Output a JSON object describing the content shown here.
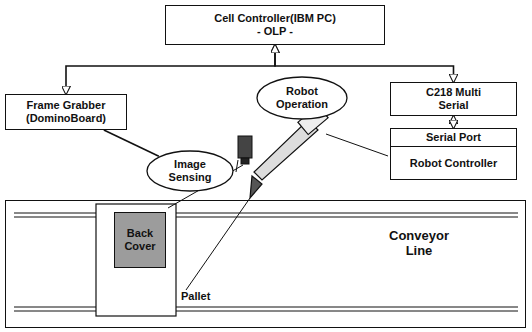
{
  "diagram": {
    "nodes": [
      {
        "text": [
          "Cell Controller(IBM PC)",
          "- OLP -"
        ]
      },
      {
        "text": [
          "Frame Grabber (DominoBoard)"
        ]
      },
      {
        "text": [
          "C218 Multi Serial"
        ]
      },
      {
        "text": [
          "Serial Port"
        ]
      },
      {
        "text": [
          "Robot Controller"
        ]
      },
      {
        "text": [
          "Image Sensing"
        ]
      },
      {
        "text": [
          "Robot Operation"
        ]
      },
      {
        "text": [
          "Conveyor Line"
        ]
      },
      {
        "text": [
          "Back Cover"
        ],
        "in": 7
      }
    ],
    "edges": [
      {
        "from": 0,
        "to": 1,
        "arrow": "both"
      },
      {
        "from": 0,
        "to": 2,
        "arrow": "both"
      },
      {
        "from": 2,
        "to": 3,
        "arrow": "both"
      },
      {
        "from": 1,
        "to": 5,
        "arrow": "none"
      }
    ],
    "labels": [
      "Pallet"
    ]
  }
}
